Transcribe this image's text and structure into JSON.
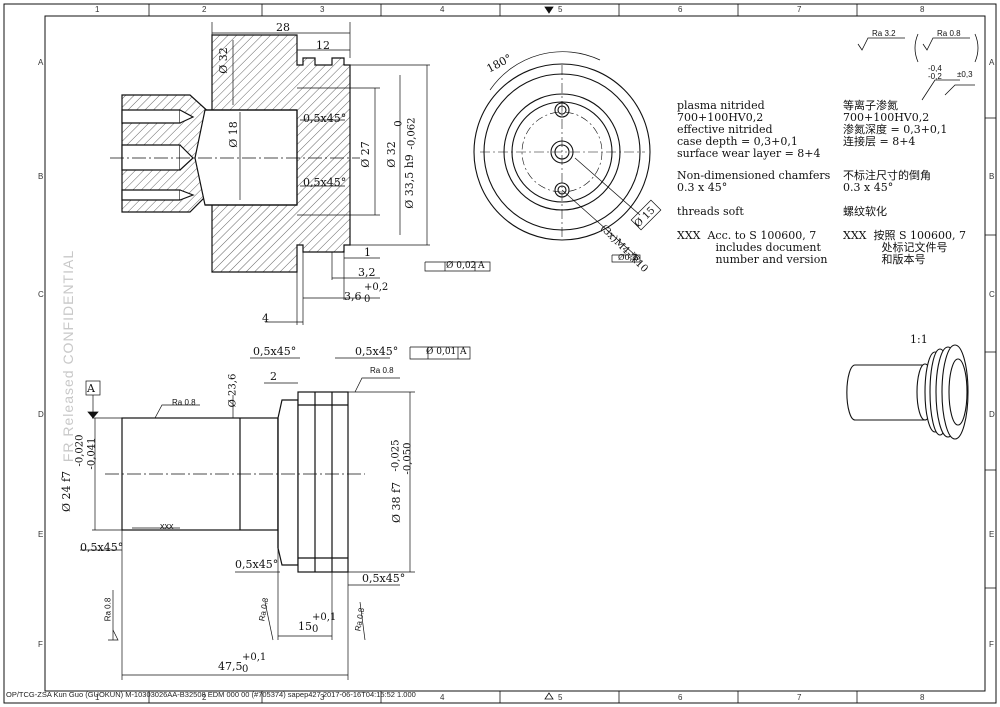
{
  "grid": {
    "cols": [
      "1",
      "2",
      "3",
      "4",
      "5",
      "6",
      "7",
      "8"
    ],
    "rows": [
      "A",
      "B",
      "C",
      "D",
      "E",
      "F"
    ]
  },
  "dims": {
    "d28": "28",
    "d12": "12",
    "phi32_top": "Ø 32",
    "phi18": "Ø 18",
    "phi27": "Ø 27",
    "phi32_mid": "Ø 32",
    "phi335": "Ø 33,5 h9",
    "phi335_tol_up": "0",
    "phi335_tol_low": "-0,062",
    "ch_top_1": "0,5x45°",
    "ch_top_2": "0,5x45°",
    "d1": "1",
    "d32": "3,2",
    "d36": "3,6",
    "d36_up": "+0,2",
    "d36_low": "0",
    "d4": "4",
    "ang180": "180°",
    "phi15": "Ø 15",
    "thread": "(3x)M4-深10",
    "pos_tol": "Ø0,2",
    "pos_datum": "A",
    "conc_top_val": "Ø 0,02",
    "conc_top_datum": "A",
    "conc_bot_val": "Ø 0,01",
    "conc_bot_datum": "A",
    "ch_bot_1": "0,5x45°",
    "ch_bot_2": "0,5x45°",
    "ch_bot_3": "0,5x45°",
    "ch_bot_4": "0,5x45°",
    "ch_bot_5": "0,5x45°",
    "phi236": "Ø 23,6",
    "d2": "2",
    "ra08_1": "Ra 0.8",
    "ra08_2": "Ra 0.8",
    "ra08_3": "Ra 0.8",
    "ra08_4": "Ra 0.8",
    "ra08_5": "Ra 0.8",
    "datum_a": "A",
    "phi24": "Ø 24 f7",
    "phi24_up": "-0,020",
    "phi24_low": "-0,041",
    "phi38": "Ø 38 f7",
    "phi38_up": "-0,025",
    "phi38_low": "-0,050",
    "xxx": "xxx",
    "d15": "15",
    "d15_up": "+0,1",
    "d15_low": "0",
    "d475": "47,5",
    "d475_up": "+0,1",
    "d475_low": "0",
    "scale": "1:1",
    "ra32": "Ra 3.2",
    "ra08_hdr": "Ra 0.8",
    "tol_a": "-0,4",
    "tol_b": "-0,2",
    "tol_c": "±0,3"
  },
  "notes_en": [
    "plasma nitrided",
    "700+100HV0,2",
    "effective nitrided",
    "case depth = 0,3+0,1",
    "surface wear layer = 8+4",
    "",
    "Non-dimensioned chamfers",
    "0.3 x 45°",
    "",
    "threads soft",
    "",
    "XXX  Acc. to S 100600, 7",
    "           includes document",
    "           number and version"
  ],
  "notes_cn": [
    "等离子渗氮",
    "700+100HV0,2",
    "渗氮深度 = 0,3+0,1",
    "连接层 = 8+4",
    "",
    "不标注尺寸的倒角",
    "0.3 x 45°",
    "",
    "螺纹软化",
    "",
    "XXX  按照 S 100600, 7",
    "           处标记文件号",
    "           和版本号"
  ],
  "footer": "OP/TCG-ZSA Kun Guo (GUOKUN)  M-10303026AA-B32508 EDM 000 00 (#705374)  sapep427  2017-06-16T04:15:52   1.000",
  "watermark": "FR Released CONFIDENTIAL"
}
